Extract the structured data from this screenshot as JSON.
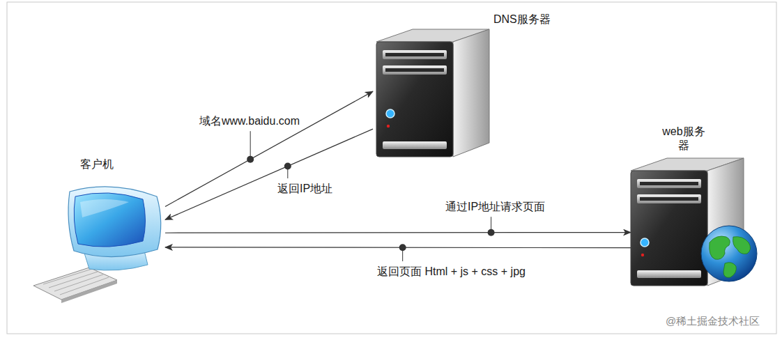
{
  "diagram": {
    "nodes": [
      {
        "text": [
          "DNS服务器"
        ]
      },
      {
        "text": [
          "web服务器"
        ]
      },
      {
        "text": [
          "客户机"
        ]
      }
    ],
    "edges": [
      {
        "from": 2,
        "to": 0,
        "label": "域名www.baidu.com",
        "arrow": "to"
      },
      {
        "from": 0,
        "to": 2,
        "label": "返回IP地址",
        "arrow": "to"
      },
      {
        "from": 2,
        "to": 1,
        "label": "通过IP地址请求页面",
        "arrow": "to"
      },
      {
        "from": 1,
        "to": 2,
        "label": "返回页面 Html + js + css + jpg",
        "arrow": "to"
      }
    ],
    "labels": [
      "@稀土掘金技术社区"
    ]
  }
}
